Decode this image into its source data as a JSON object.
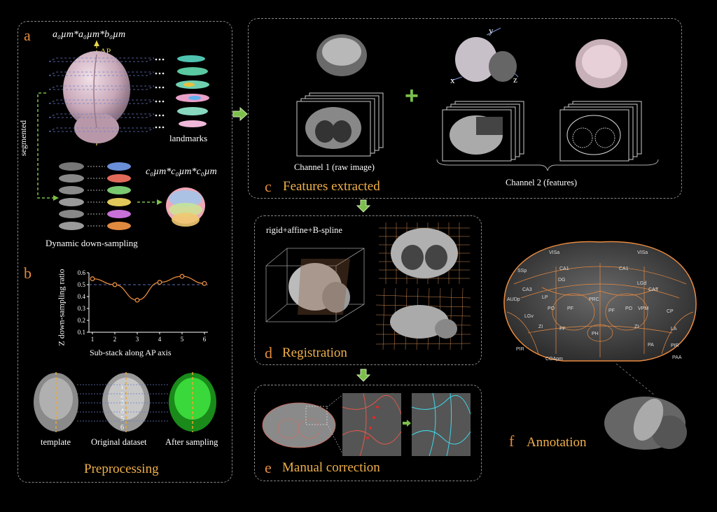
{
  "panel_a": {
    "letter": "a",
    "resolution_top": "a₀µm*a₀µm*b₀µm",
    "ap_label": "AP",
    "landmarks_label": "landmarks",
    "segmented_label": "segmented",
    "resolution_bottom": "c₀µm*c₀µm*c₀µm",
    "caption": "Dynamic down-sampling"
  },
  "panel_b": {
    "letter": "b",
    "labels": [
      "template",
      "Original dataset",
      "After sampling"
    ],
    "section_numbers": [
      "1",
      "2",
      "3",
      "4",
      "5",
      "6"
    ]
  },
  "preprocessing_title": "Preprocessing",
  "chart_data": {
    "type": "line",
    "x": [
      1,
      2,
      3,
      4,
      5,
      6
    ],
    "values": [
      0.55,
      0.5,
      0.37,
      0.52,
      0.57,
      0.51
    ],
    "reference_line": 0.5,
    "xlabel": "Sub-stack along AP axis",
    "ylabel": "Z down-sampling ratio",
    "ylim": [
      0.1,
      0.6
    ],
    "yticks": [
      "0.1",
      "0.2",
      "0.3",
      "0.4",
      "0.5",
      "0.6"
    ],
    "xticks": [
      "1",
      "2",
      "3",
      "4",
      "5",
      "6"
    ],
    "colors": {
      "line": "#e58a3c",
      "reference": "#5a6fb0"
    }
  },
  "panel_c": {
    "letter": "c",
    "title": "Features extracted",
    "channel1": "Channel 1 (raw image)",
    "channel2": "Channel 2 (features)",
    "axis_x": "x",
    "axis_y": "y",
    "axis_z": "z",
    "plus": "+"
  },
  "panel_d": {
    "letter": "d",
    "title": "Registration",
    "method": "rigid+affine+B-spline"
  },
  "panel_e": {
    "letter": "e",
    "title": "Manual correction"
  },
  "panel_f": {
    "letter": "f",
    "title": "Annotation",
    "region_labels": [
      "VISa",
      "VISa",
      "SSp",
      "CA1",
      "CA1",
      "DG",
      "CA3",
      "CA3",
      "LGd",
      "AUDp",
      "LP",
      "PO",
      "PF",
      "PRC",
      "PF",
      "PO",
      "VPM",
      "LGv",
      "ZI",
      "ZI",
      "FF",
      "PH",
      "CP",
      "LA",
      "PIR",
      "PA",
      "PIR",
      "COApm",
      "PAA"
    ]
  },
  "colors": {
    "accent": "#e58a3c",
    "title": "#f0b04a",
    "arrow": "#7bbf4a",
    "border": "#8a8a8a"
  }
}
